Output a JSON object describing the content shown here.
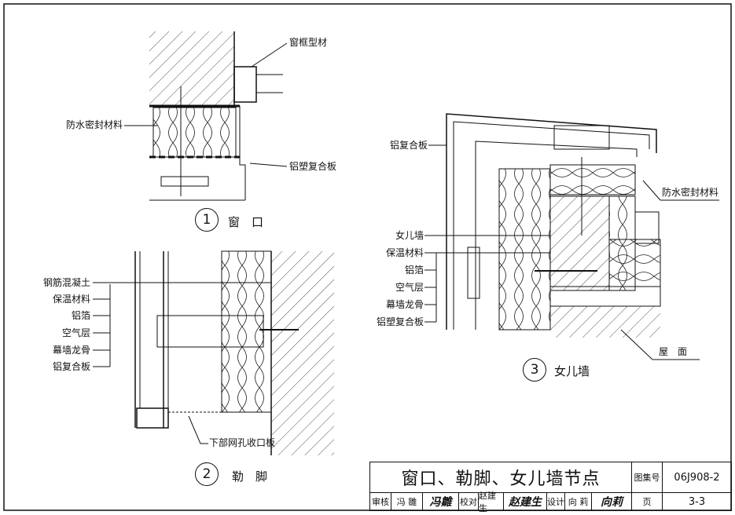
{
  "title_block": {
    "title": "窗口、勒脚、女儿墙节点",
    "atlas_label": "图集号",
    "atlas_no": "06J908-2",
    "page_label": "页",
    "page_no": "3-3",
    "review_label": "审核",
    "review_name": "冯 雛",
    "review_sign": "冯雛",
    "check_label": "校对",
    "check_name": "赵建生",
    "check_sign": "赵建生",
    "design_label": "设计",
    "design_name": "向 莉",
    "design_sign": "向莉"
  },
  "detail1": {
    "number": "1",
    "caption": "窗　口",
    "labels": {
      "frame": "窗框型材",
      "seal": "防水密封材料",
      "panel": "铝塑复合板"
    }
  },
  "detail2": {
    "number": "2",
    "caption": "勒　脚",
    "labels": [
      "钢筋混凝土",
      "保温材料",
      "铝箔",
      "空气层",
      "幕墙龙骨",
      "铝复合板"
    ],
    "bottom_label": "下部网孔收口板"
  },
  "detail3": {
    "number": "3",
    "caption": "女儿墙",
    "labels": [
      "女儿墙",
      "保温材料",
      "铝箔",
      "空气层",
      "幕墙龙骨",
      "铝塑复合板"
    ],
    "top_label": "铝复合板",
    "seal_label": "防水密封材料",
    "roof_label": "屋　面"
  }
}
